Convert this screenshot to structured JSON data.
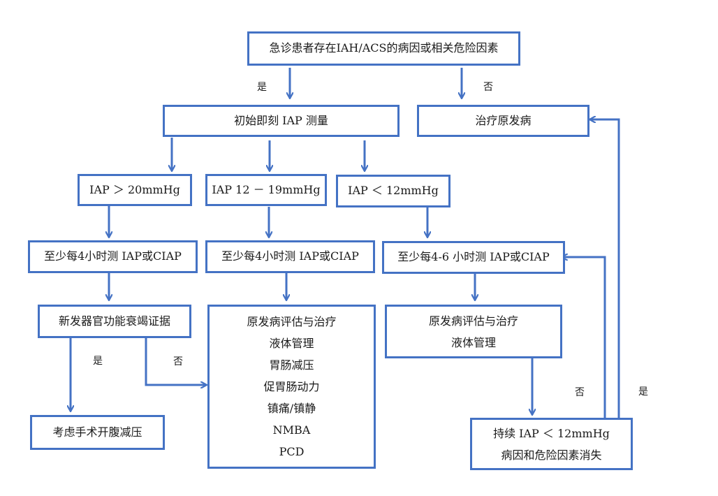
{
  "diagram": {
    "line_color": "#4472c4",
    "nodes": {
      "start": {
        "lines": [
          "急诊患者存在IAH/ACS的病因或相关危险因素"
        ]
      },
      "initial_iap": {
        "lines": [
          "初始即刻 IAP 测量"
        ]
      },
      "treat_primary": {
        "lines": [
          "治疗原发病"
        ]
      },
      "iap_gt20": {
        "lines": [
          "IAP ＞ 20mmHg"
        ]
      },
      "iap_12_19": {
        "lines": [
          "IAP 12 － 19mmHg"
        ]
      },
      "iap_lt12": {
        "lines": [
          "IAP ＜ 12mmHg"
        ]
      },
      "monitor_4h_a": {
        "lines": [
          "至少每4小时测 IAP或CIAP"
        ]
      },
      "monitor_4h_b": {
        "lines": [
          "至少每4小时测 IAP或CIAP"
        ]
      },
      "monitor_4_6h": {
        "lines": [
          "至少每4-6 小时测 IAP或CIAP"
        ]
      },
      "organ_failure": {
        "lines": [
          "新发器官功能衰竭证据"
        ]
      },
      "management_full": {
        "lines": [
          "原发病评估与治疗",
          "液体管理",
          "胃肠减压",
          "促胃肠动力",
          "镇痛/镇静",
          "NMBA",
          "PCD"
        ]
      },
      "management_basic": {
        "lines": [
          "原发病评估与治疗",
          "液体管理"
        ]
      },
      "surgery": {
        "lines": [
          "考虑手术开腹减压"
        ]
      },
      "persistent_check": {
        "lines": [
          "持续 IAP ＜ 12mmHg",
          "病因和危险因素消失"
        ]
      }
    },
    "edge_labels": {
      "start_yes": "是",
      "start_no": "否",
      "organ_yes": "是",
      "organ_no": "否",
      "persist_no": "否",
      "persist_yes": "是"
    }
  }
}
